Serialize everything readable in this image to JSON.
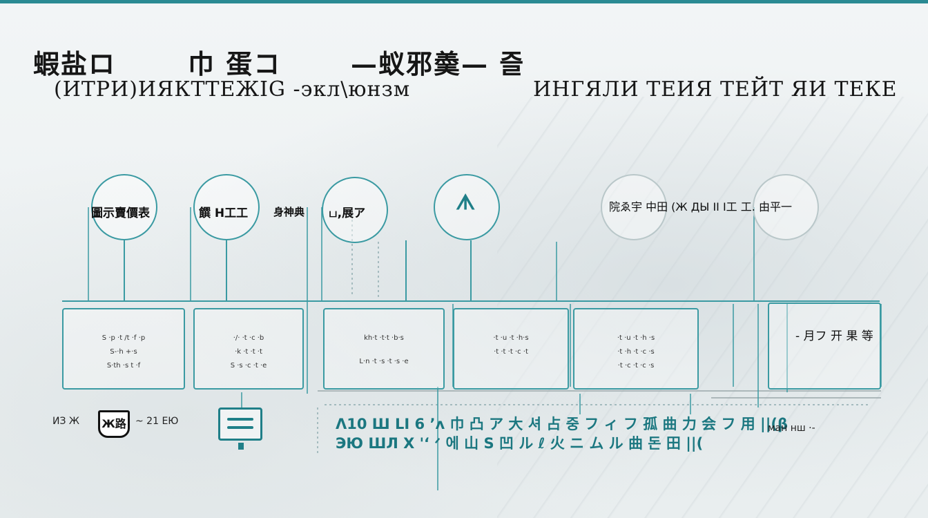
{
  "header": {
    "title": [
      "蝦盐ロ",
      "巾 蛋コ",
      "—蚁邪羮— 즐"
    ],
    "subtitle": [
      "(ИТРИ)ИЯКТТЕЖIG -экл\\юнзм",
      "ИНГЯЛИ ТЕИЯ ТЕЙТ ЯИ ТЕКЕ"
    ]
  },
  "nodes": [
    {
      "label": "圖示賣價表"
    },
    {
      "label": "饌 H工工"
    },
    {
      "label": "ப,展ア"
    },
    {
      "label": "ᗑ"
    },
    {
      "label": "院ゑ宇 中田 (Ж ДЫ ІІ І工 工. 由平一"
    }
  ],
  "side_label": "身神典",
  "boxes": [
    {
      "lines": [
        "S ·p ·t /t ·f ·p",
        "S-·h +·s",
        "S·th ·s t ·f"
      ]
    },
    {
      "lines": [
        "·/· ·t ·c ·b",
        "·k ·t ·t ·t",
        "S ·s ·c ·t ·e"
      ]
    },
    {
      "lines": [
        "kh·t ·t·t ·b·s",
        "L·n ·t ·s ·t ·s ·e"
      ]
    },
    {
      "lines": [
        "·t ·u ·t ·h·s",
        "·t ·t ·t ·c ·t"
      ]
    },
    {
      "lines": [
        "·t ·u ·t ·h ·s",
        "·t ·h ·t ·c ·s",
        "·t ·c ·t ·c ·s"
      ]
    },
    {
      "lines": [
        "- 月フ 开 果 等"
      ]
    }
  ],
  "footer": {
    "left_label": "ИЗ Ж",
    "badge": "Ж路",
    "badge_caption": "~ 21 ЕЮ",
    "teal_line1": "Λ10 Ш LI 6 ʼʌ 巾 凸 ア 大 셔 占 중 フ ィ フ 孤 曲 力 会 フ 用 ||(β",
    "teal_line2": "ЭЮ ШЛ Х 'ʻ ᐟ 에 山 S 凹 ル ℓ 火 ニ ム ル 曲 돈 田 ||(",
    "right_label": "ман нш ·-"
  },
  "colors": {
    "accent": "#3a9aa2",
    "accent_dark": "#1f7f88",
    "top_rule": "#2a8a93"
  }
}
